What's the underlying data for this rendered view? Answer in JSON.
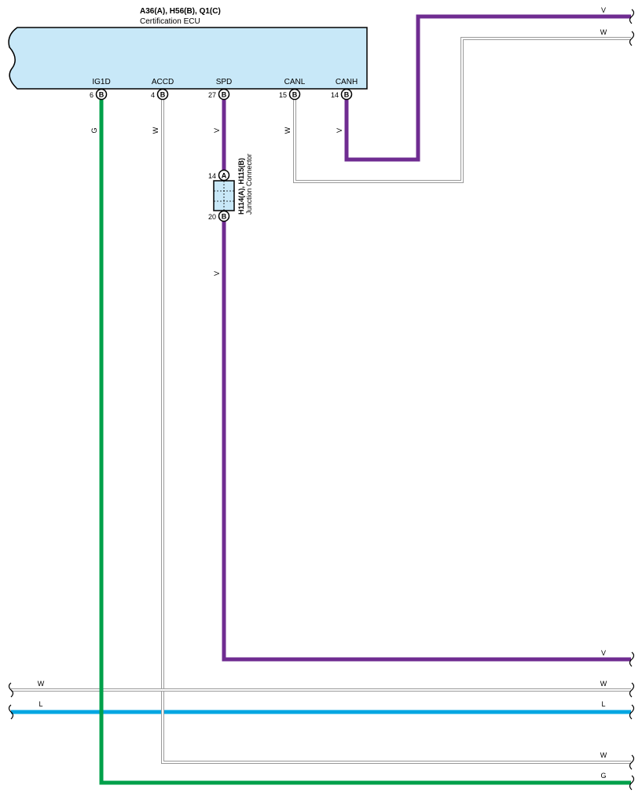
{
  "ecu": {
    "title": "A36(A), H56(B), Q1(C)",
    "subtitle": "Certification ECU"
  },
  "junction": {
    "title": "H114(A), H115(B)",
    "subtitle": "Junction Connector",
    "pin_top": "14",
    "pin_top_conn": "A",
    "pin_bottom": "20",
    "pin_bottom_conn": "B"
  },
  "terminals": [
    {
      "name": "IG1D",
      "pin": "6",
      "conn": "B",
      "wire": "G"
    },
    {
      "name": "ACCD",
      "pin": "4",
      "conn": "B",
      "wire": "W"
    },
    {
      "name": "SPD",
      "pin": "27",
      "conn": "B",
      "wire": "V"
    },
    {
      "name": "CANL",
      "pin": "15",
      "conn": "B",
      "wire": "W"
    },
    {
      "name": "CANH",
      "pin": "14",
      "conn": "B",
      "wire": "V"
    }
  ],
  "wire_labels": {
    "spd_lower": "V",
    "top_right_v": "V",
    "top_right_w": "W",
    "mid_right_v": "V",
    "bus_w_left": "W",
    "bus_w_right": "W",
    "bus_l_left": "L",
    "bus_l_right": "L",
    "accd_right": "W",
    "ig1d_right": "G"
  },
  "colors": {
    "violet": "#6f2c91",
    "green": "#00a04a",
    "blue": "#00a6e2",
    "white_wire": "#a8a8a8",
    "ecu_fill": "#c8e8f8"
  }
}
